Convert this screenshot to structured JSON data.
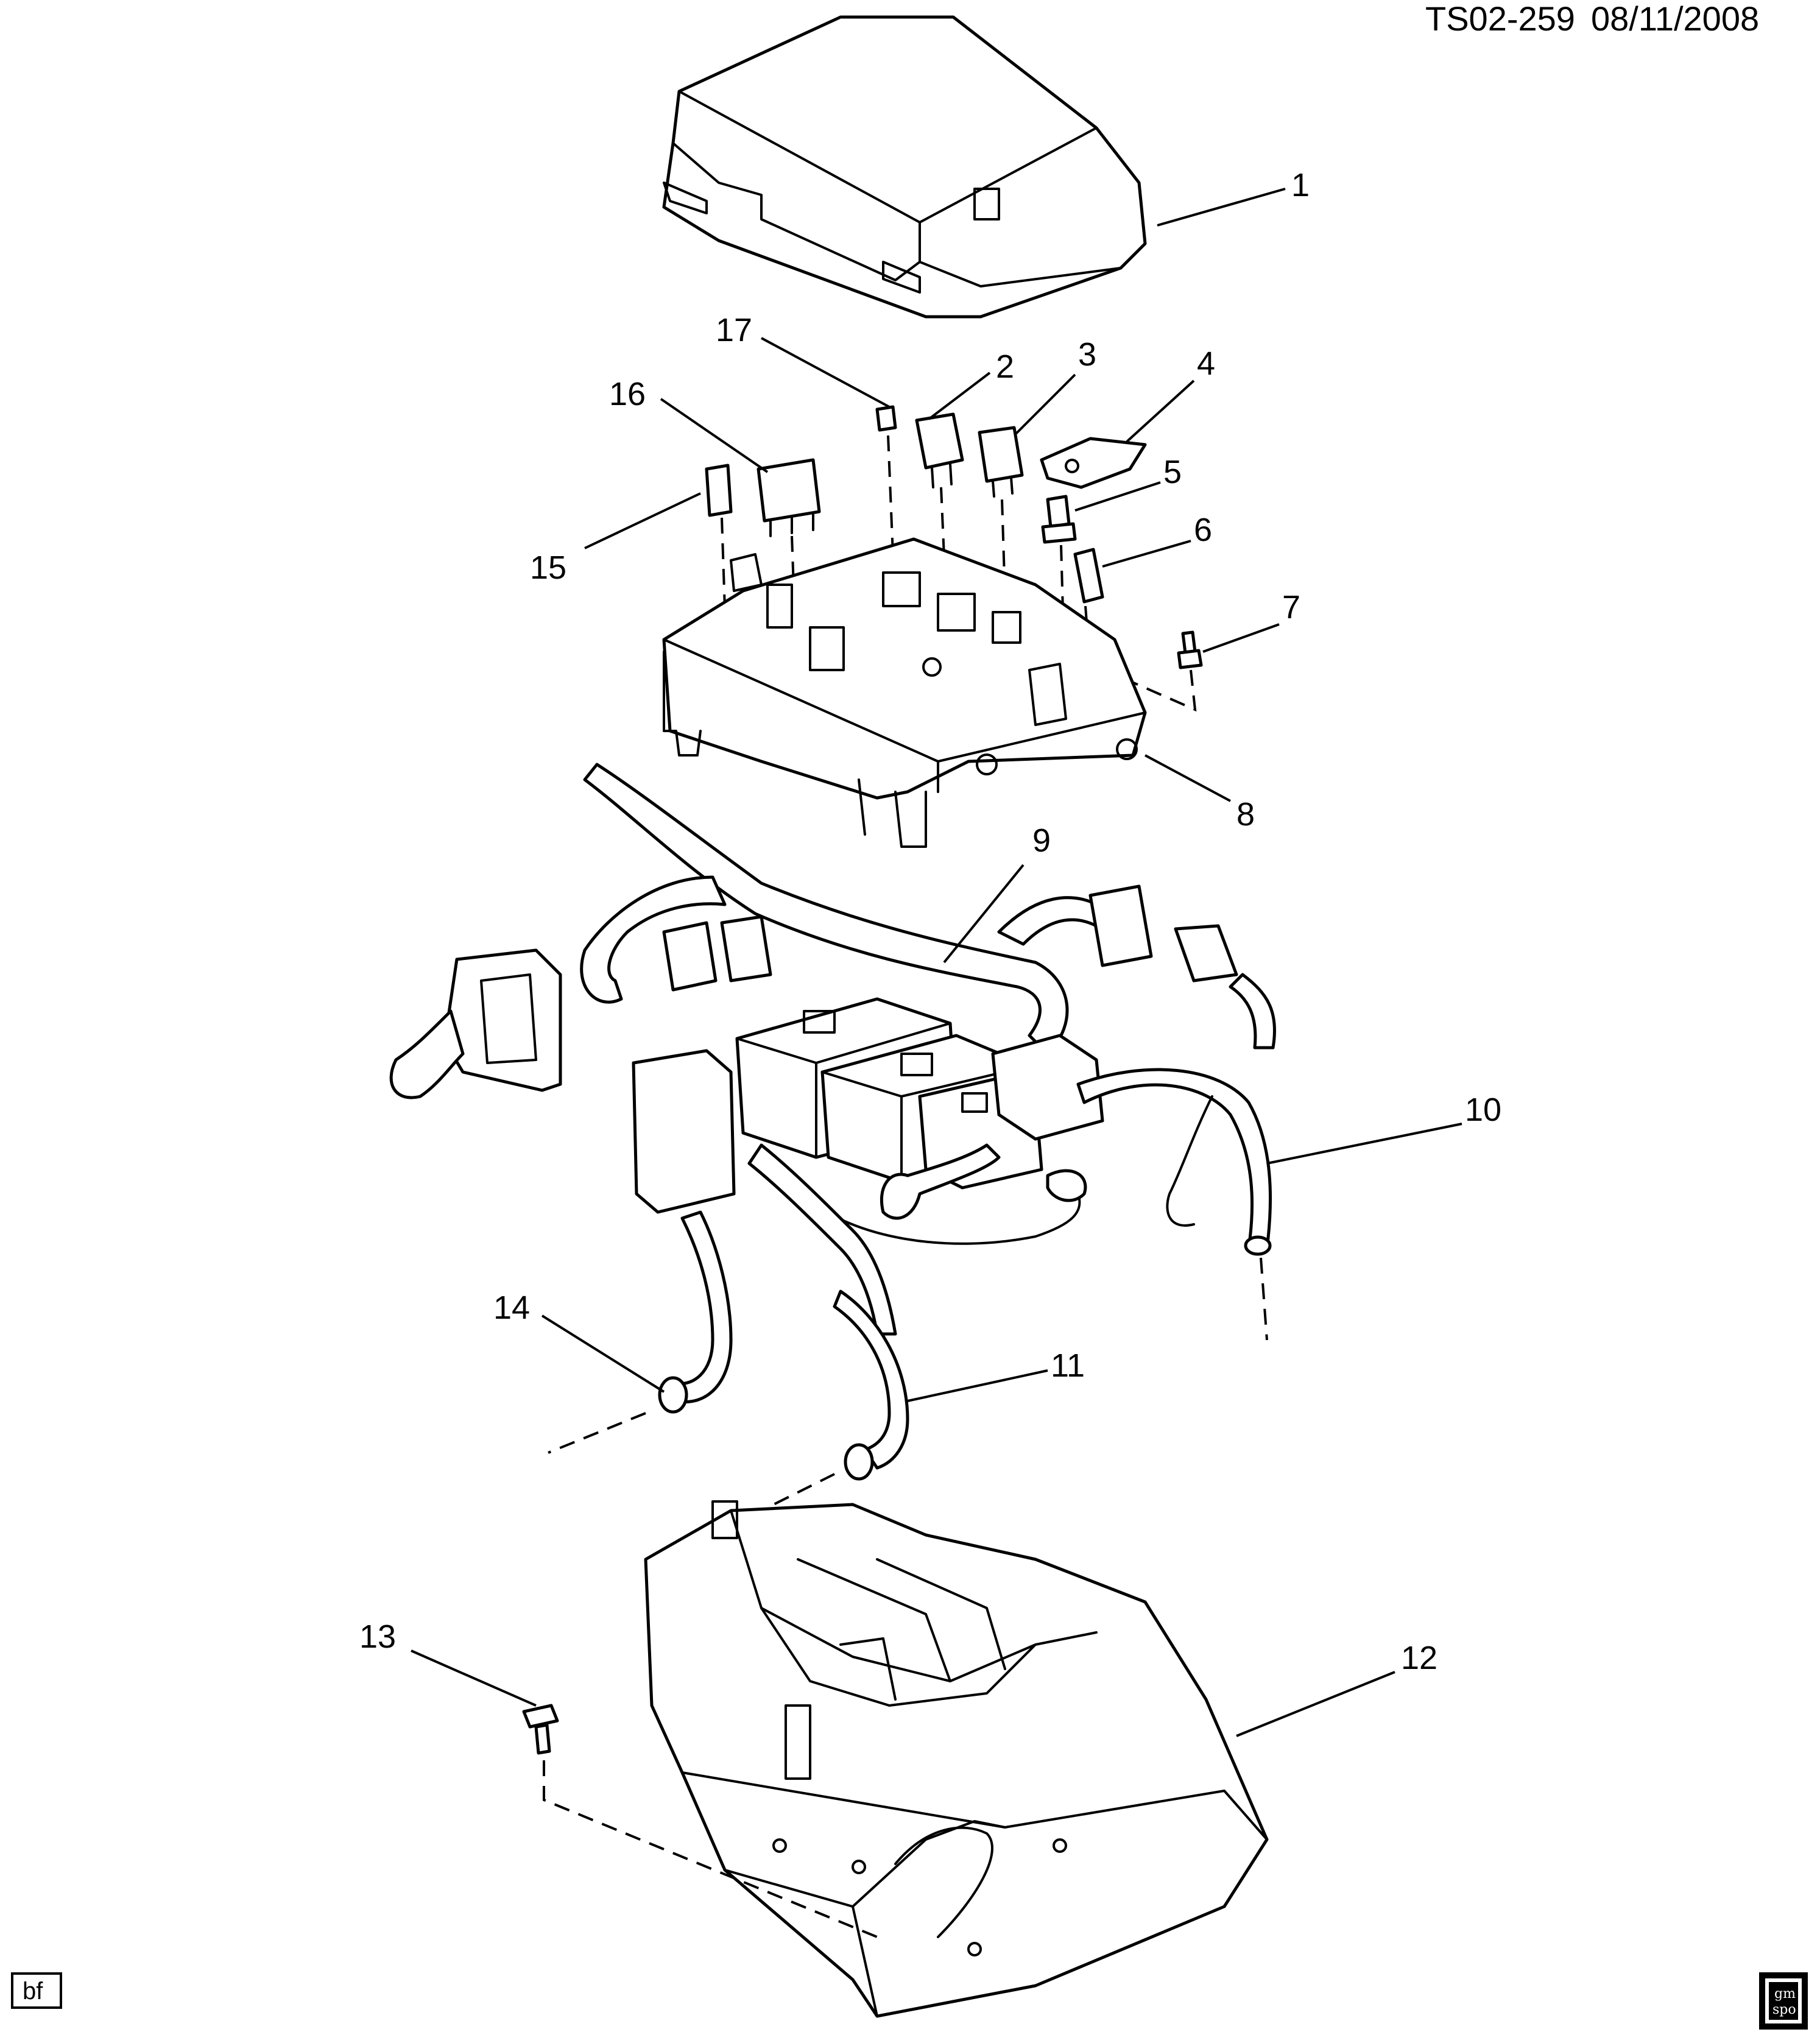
{
  "header": {
    "drawing_id": "TS02-259",
    "date": "08/11/2008"
  },
  "footer": {
    "author_badge": "bf",
    "logo_line1": "gm",
    "logo_line2": "spo"
  },
  "callouts": [
    "1",
    "2",
    "3",
    "4",
    "5",
    "6",
    "7",
    "8",
    "9",
    "10",
    "11",
    "12",
    "13",
    "14",
    "15",
    "16",
    "17"
  ],
  "colors": {
    "ink": "#000000",
    "paper": "#ffffff"
  }
}
